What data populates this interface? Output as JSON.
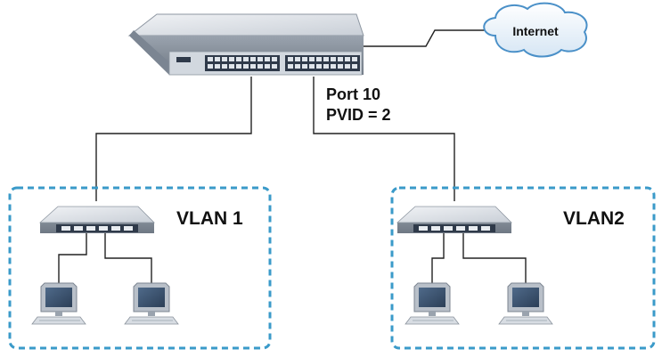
{
  "internet": {
    "label": "Internet"
  },
  "uplink_port": {
    "port_label": "Port 10",
    "pvid_label": "PVID = 2"
  },
  "vlans": [
    {
      "label": "VLAN 1"
    },
    {
      "label": "VLAN2"
    }
  ],
  "colors": {
    "vlan_border": "#3a9ac9",
    "cloud_stroke": "#4a90c8",
    "device_body": "#cdd3da",
    "device_top": "#e3e7ec",
    "device_front": "#2f3a4a",
    "wire": "#222222"
  },
  "icons": [
    "main-switch-icon",
    "cloud-icon",
    "small-switch-icon",
    "computer-icon"
  ]
}
